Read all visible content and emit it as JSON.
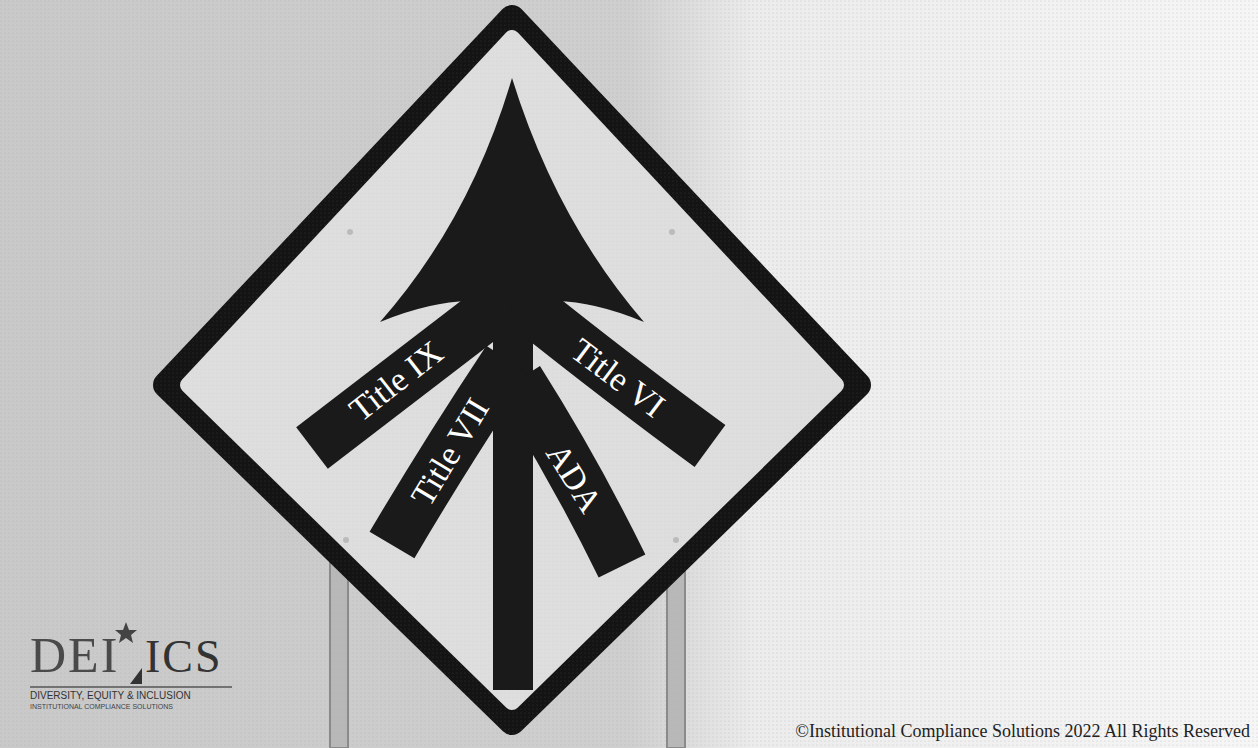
{
  "diagram": {
    "labels": [
      "Title IX",
      "Title VII",
      "Title VI",
      "ADA",
      "DEI",
      "ICS",
      "DIVERSITY, EQUITY & INCLUSION",
      "INSTITUTIONAL COMPLIANCE SOLUTIONS",
      "©Institutional Compliance Solutions 2022 All Rights Reserved"
    ]
  }
}
